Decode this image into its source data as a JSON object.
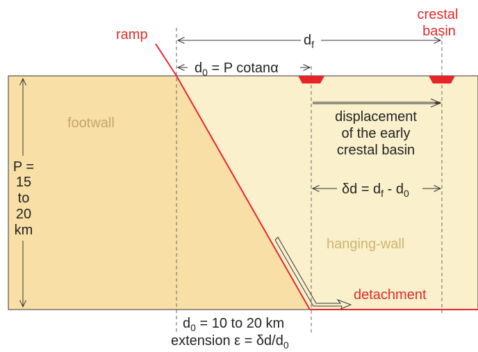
{
  "colors": {
    "footwall": "#F8DFA6",
    "hanging_wall": "#FBF0CC",
    "fault": "#E8242B",
    "red_text": "#E02A2A",
    "footwall_text": "#C9A36B",
    "hanging_text": "#CDB56F",
    "outline": "#333333",
    "dash": "#666666"
  },
  "labels": {
    "ramp": "ramp",
    "crestal_basin_line1": "crestal",
    "crestal_basin_line2": "basin",
    "df": "d",
    "df_sub": "f",
    "d0_top": "d",
    "d0_top_sub": "0",
    "d0_top_rest": " = P cotan",
    "alpha": "α",
    "footwall": "footwall",
    "displacement_line1": "displacement",
    "displacement_line2": "of the early",
    "displacement_line3": "crestal basin",
    "delta_d_a": "δd = d",
    "delta_d_sub_f": "f",
    "delta_d_b": " - d",
    "delta_d_sub_0": "0",
    "p_line1": "P =",
    "p_line2": "15",
    "p_line3": "to",
    "p_line4": "20",
    "p_line5": "km",
    "hanging_wall": "hanging-wall",
    "detachment": "detachment",
    "d0_bottom_a": "d",
    "d0_bottom_sub": "0",
    "d0_bottom_rest": " = 10 to 20 km",
    "extension_a": "extension ε = δd/d",
    "extension_sub": "0"
  }
}
